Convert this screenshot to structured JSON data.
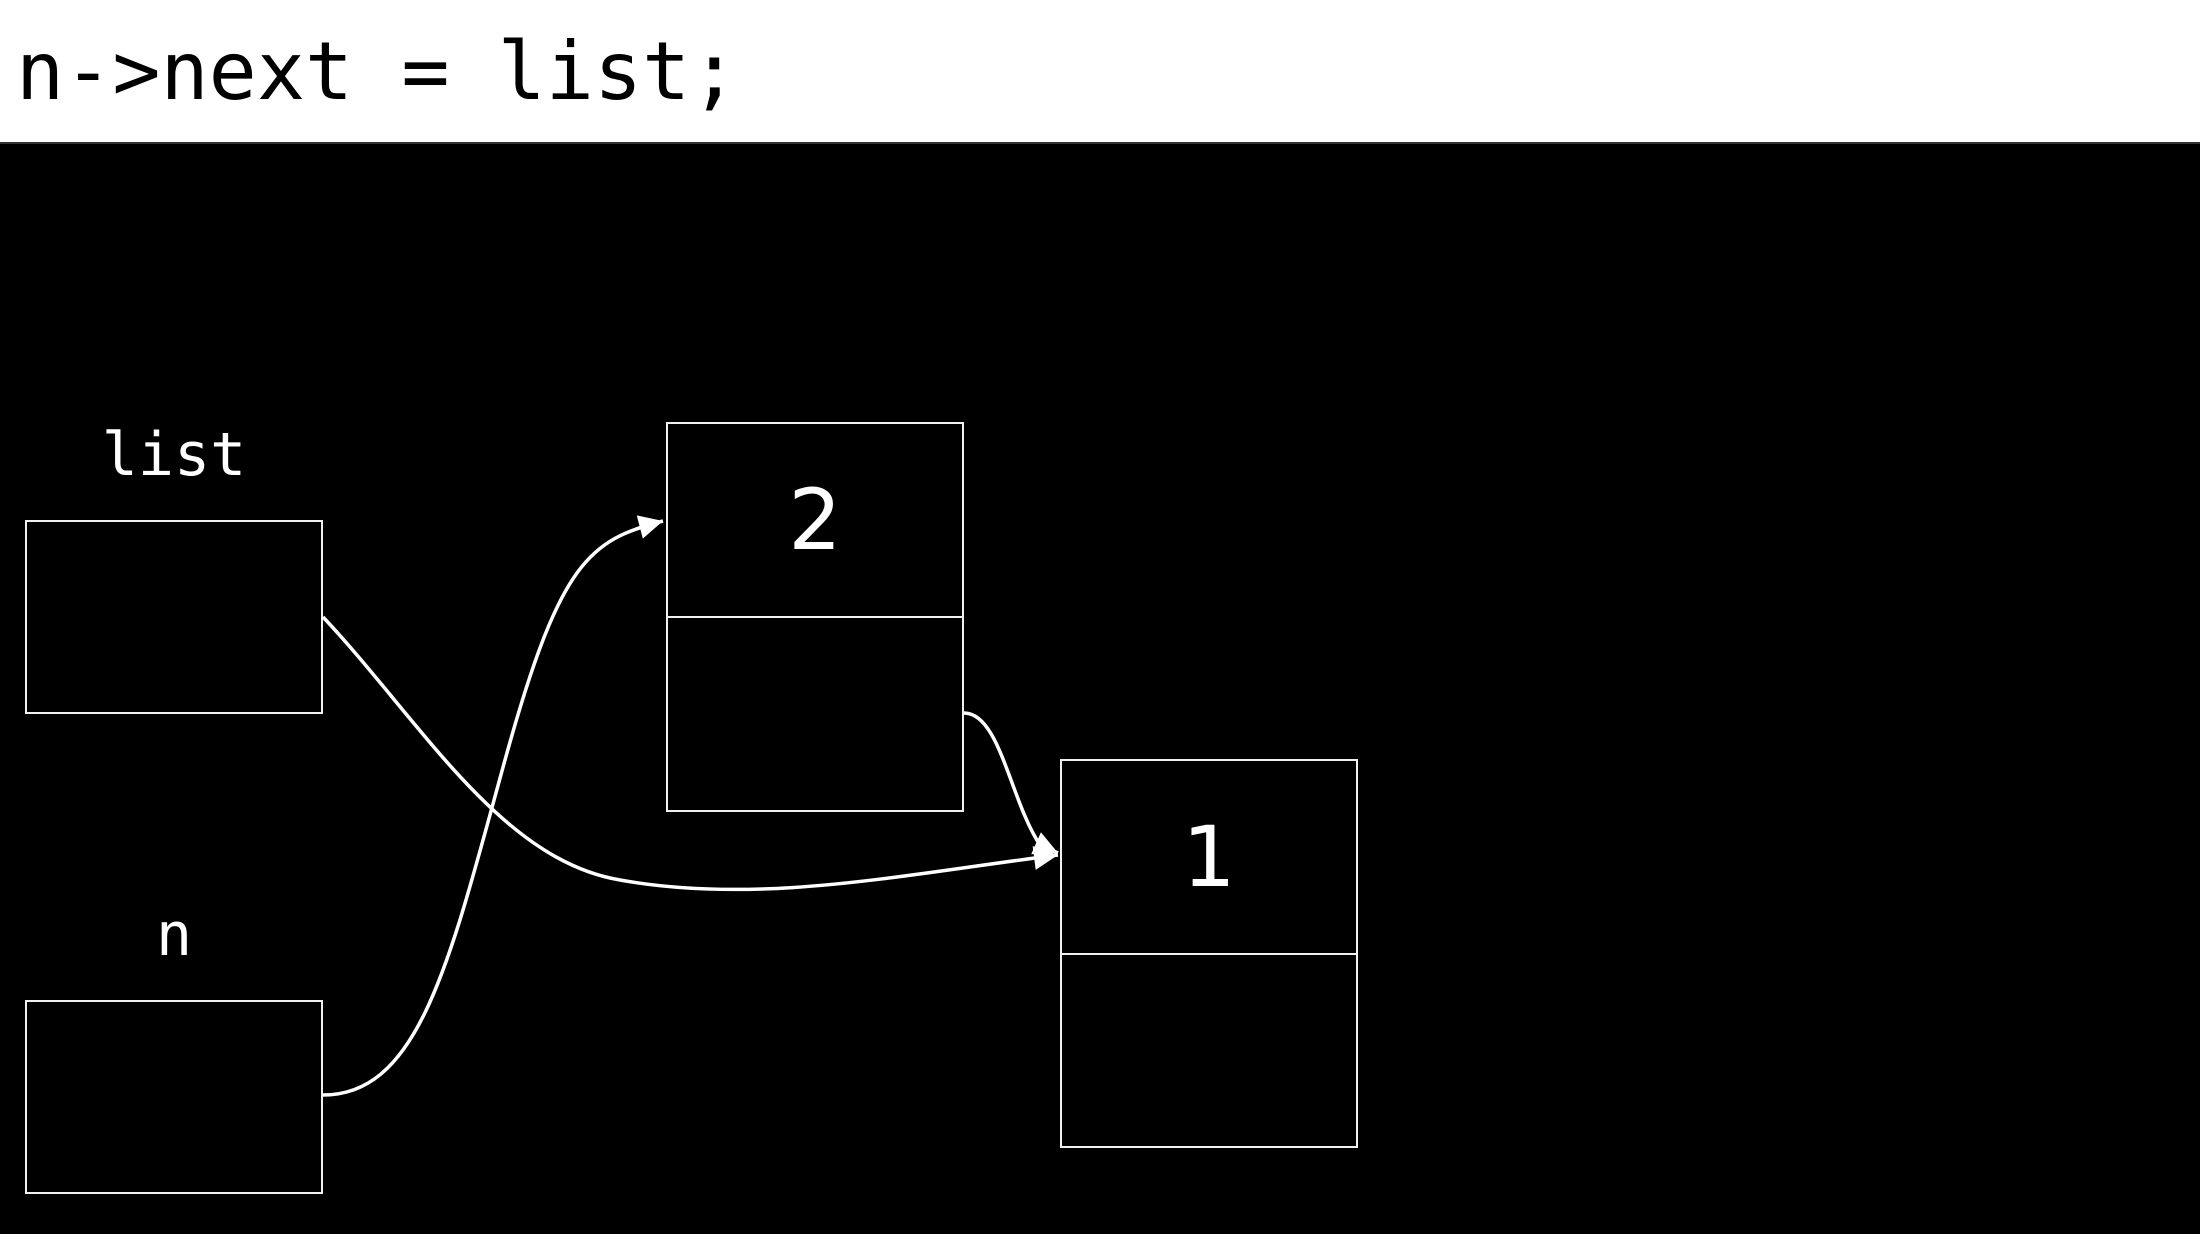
{
  "header": {
    "code_line": "n->next = list;"
  },
  "diagram": {
    "pointers": [
      {
        "label": "list",
        "target": "node-1"
      },
      {
        "label": "n",
        "target": "node-2"
      }
    ],
    "nodes": [
      {
        "id": "node-2",
        "value": "2",
        "next": "node-1"
      },
      {
        "id": "node-1",
        "value": "1",
        "next": ""
      }
    ],
    "colors": {
      "background": "#000000",
      "header_background": "#ffffff",
      "stroke": "#ffffff"
    }
  }
}
